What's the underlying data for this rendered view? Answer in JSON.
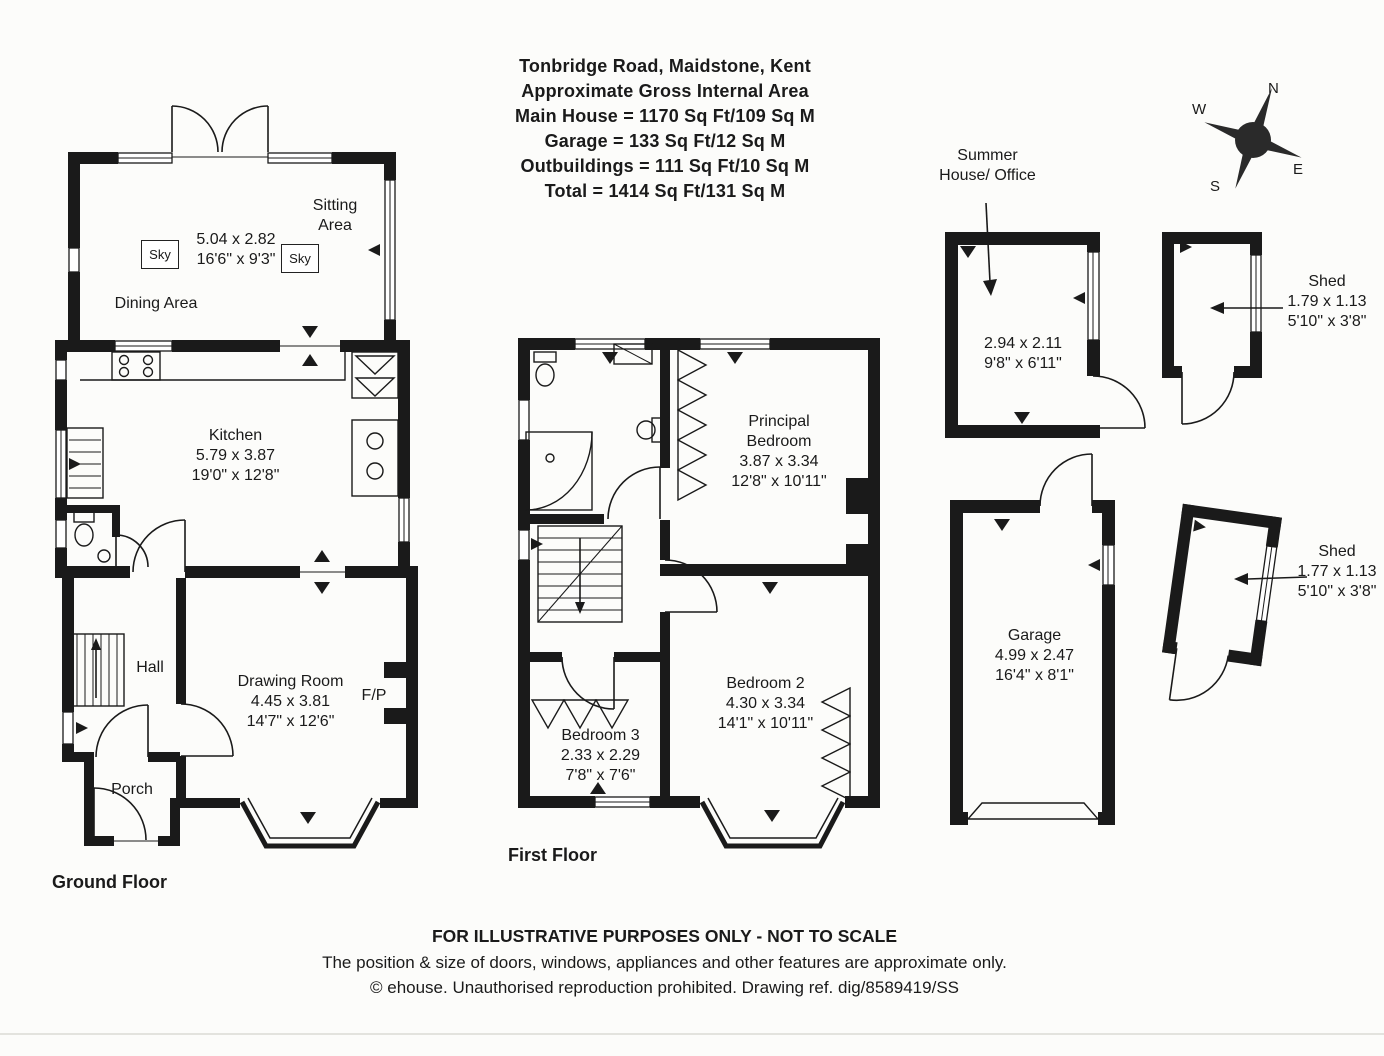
{
  "header": {
    "address": "Tonbridge Road, Maidstone, Kent",
    "subtitle": "Approximate Gross Internal Area",
    "main_house": "Main House = 1170 Sq Ft/109 Sq M",
    "garage_area": "Garage = 133 Sq Ft/12 Sq M",
    "outbuildings_area": "Outbuildings = 111 Sq Ft/10 Sq M",
    "total_area": "Total = 1414 Sq Ft/131 Sq M"
  },
  "compass": {
    "north": "N",
    "east": "E",
    "south": "S",
    "west": "W"
  },
  "ground_floor": {
    "title": "Ground Floor",
    "sitting_area": {
      "name_line1": "Sitting",
      "name_line2": "Area"
    },
    "dining_sitting": {
      "dims_m": "5.04 x 2.82",
      "dims_ft": "16'6\" x 9'3\""
    },
    "skylight1": "Sky",
    "skylight2": "Sky",
    "dining_area": {
      "name": "Dining Area"
    },
    "kitchen": {
      "name": "Kitchen",
      "dims_m": "5.79 x 3.87",
      "dims_ft": "19'0\" x 12'8\""
    },
    "hall": {
      "name": "Hall"
    },
    "drawing_room": {
      "name": "Drawing Room",
      "dims_m": "4.45 x 3.81",
      "dims_ft": "14'7\" x 12'6\""
    },
    "fireplace": "F/P",
    "porch": {
      "name": "Porch"
    }
  },
  "first_floor": {
    "title": "First Floor",
    "principal_bedroom": {
      "name_line1": "Principal",
      "name_line2": "Bedroom",
      "dims_m": "3.87 x 3.34",
      "dims_ft": "12'8\" x 10'11\""
    },
    "bedroom_2": {
      "name": "Bedroom 2",
      "dims_m": "4.30 x 3.34",
      "dims_ft": "14'1\" x 10'11\""
    },
    "bedroom_3": {
      "name": "Bedroom 3",
      "dims_m": "2.33 x 2.29",
      "dims_ft": "7'8\" x 7'6\""
    }
  },
  "outbuildings": {
    "summer_house": {
      "name_line1": "Summer",
      "name_line2": "House/ Office",
      "dims_m": "2.94 x 2.11",
      "dims_ft": "9'8\" x 6'11\""
    },
    "shed_1": {
      "name": "Shed",
      "dims_m": "1.79 x 1.13",
      "dims_ft": "5'10\" x 3'8\""
    },
    "garage": {
      "name": "Garage",
      "dims_m": "4.99 x 2.47",
      "dims_ft": "16'4\" x 8'1\""
    },
    "shed_2": {
      "name": "Shed",
      "dims_m": "1.77 x 1.13",
      "dims_ft": "5'10\" x 3'8\""
    }
  },
  "footer": {
    "line1": "FOR ILLUSTRATIVE PURPOSES ONLY - NOT TO SCALE",
    "line2": "The position & size of doors, windows, appliances and other features are approximate only.",
    "line3": "© ehouse. Unauthorised reproduction prohibited. Drawing ref. dig/8589419/SS"
  }
}
